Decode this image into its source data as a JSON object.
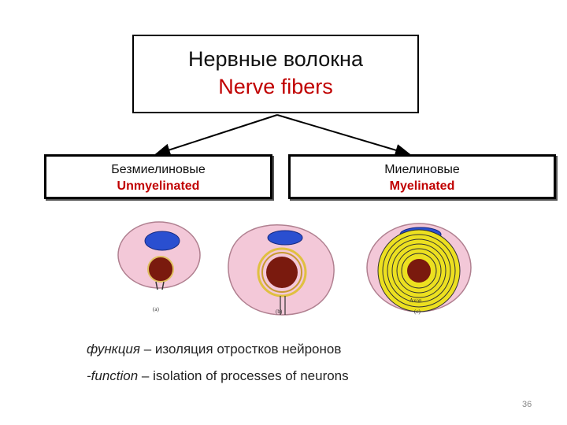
{
  "title": {
    "ru": "Нервные волокна",
    "en": "Nerve fibers"
  },
  "categories": [
    {
      "ru": "Безмиелиновые",
      "en": "Unmyelinated"
    },
    {
      "ru": "Миелиновые",
      "en": "Myelinated"
    }
  ],
  "figure": {
    "panel_labels": [
      "(a)",
      "(b)",
      "(c)"
    ],
    "axon_label": "Axon"
  },
  "captions": {
    "ru_term": "функция",
    "ru_rest": " – изоляция отростков нейронов",
    "en_term": "-function",
    "en_rest": " – isolation of processes of neurons"
  },
  "page_number": "36",
  "colors": {
    "accent_red": "#c00000",
    "cytoplasm": "#f3c8d8",
    "nucleus": "#2a4fd0",
    "axon": "#7a1a0e",
    "myelin": "#ece020"
  }
}
